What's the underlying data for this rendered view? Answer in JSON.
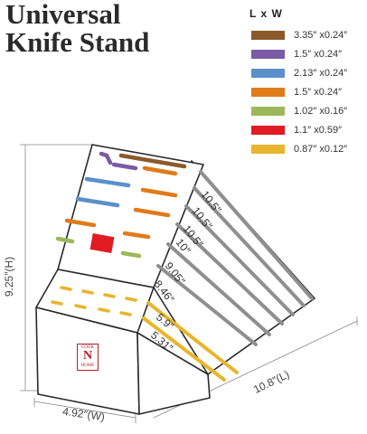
{
  "title": {
    "line1": "Universal",
    "line2": "Knife Stand"
  },
  "legend": {
    "header": "L x W",
    "items": [
      {
        "color": "#8b5a2b",
        "label": "3.35″ x0.24″"
      },
      {
        "color": "#7b5aa6",
        "label": "1.5″ x0.24″"
      },
      {
        "color": "#5b8fc9",
        "label": "2.13″ x0.24″"
      },
      {
        "color": "#e07b1a",
        "label": "1.5″ x0.24″"
      },
      {
        "color": "#9cb85a",
        "label": "1.02″ x0.16″"
      },
      {
        "color": "#e01b22",
        "label": "1.1″ x0.59″"
      },
      {
        "color": "#e8b52c",
        "label": "0.87″ x0.12″"
      }
    ]
  },
  "dimensions": {
    "height": "9.25″(H)",
    "width": "4.92″(W)",
    "length": "10.8″(L)"
  },
  "slots": [
    "10.5″",
    "10.5″",
    "10.5″",
    "10″",
    "9.05″",
    "8.46″",
    "5.9″",
    "5.31″"
  ],
  "logo": {
    "line1": "COOK",
    "line2": "N",
    "line3": "HOME"
  }
}
